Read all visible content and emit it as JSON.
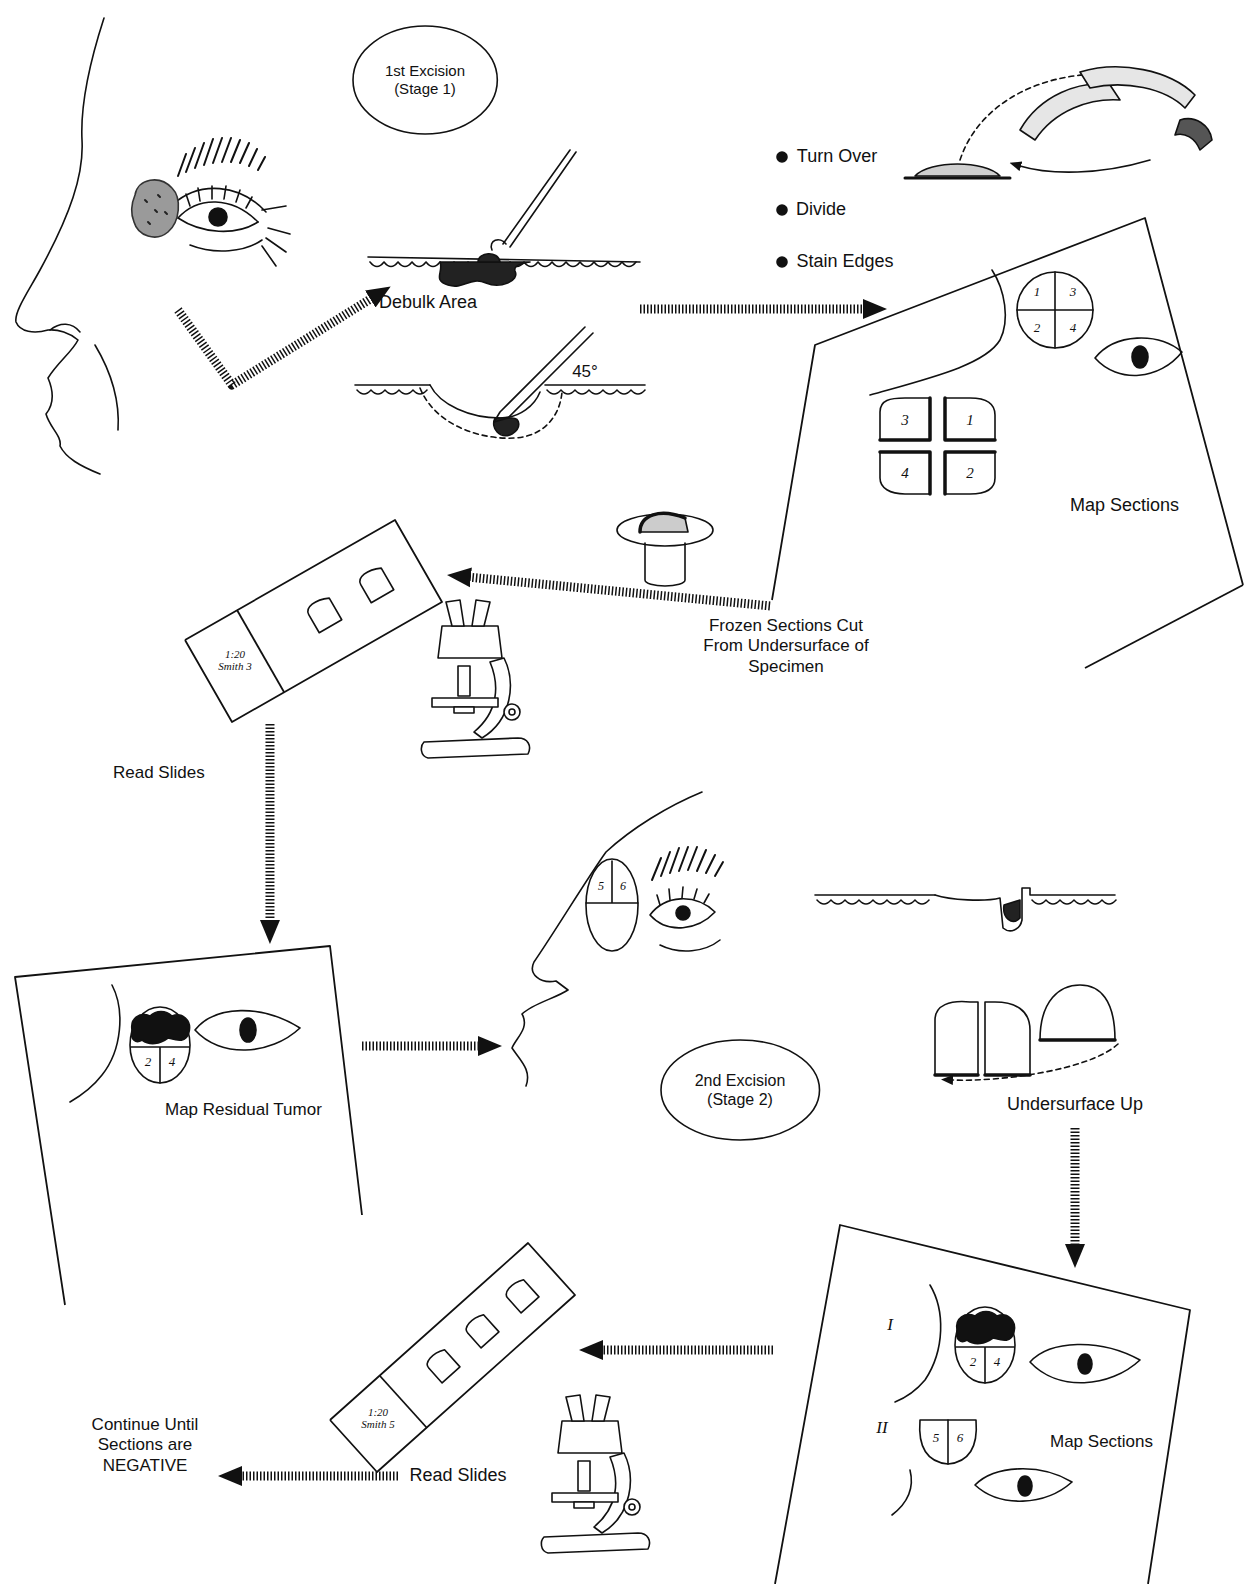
{
  "diagram": {
    "nodes": [
      {
        "text": [
          "1st Excision (Stage 1)"
        ]
      },
      {
        "text": [
          "Map Sections"
        ]
      },
      {
        "text": [
          "1:20 Smith 3"
        ]
      },
      {
        "text": [
          "Map Residual Tumor"
        ]
      },
      {
        "text": [
          "2nd Excision (Stage 2)"
        ]
      },
      {
        "text": [
          "Map Sections"
        ]
      },
      {
        "text": [
          "1:20 Smith 5"
        ]
      }
    ],
    "edges": [
      {
        "from": 1,
        "to": 2,
        "arrow": "to",
        "label": "Frozen Sections Cut From Undersurface of Specimen"
      },
      {
        "from": 2,
        "to": 3,
        "arrow": "to",
        "label": "Read Slides"
      },
      {
        "from": 5,
        "to": 6,
        "arrow": "to"
      }
    ],
    "labels": [
      "Debulk Area",
      "45°",
      "Turn Over",
      "Divide",
      "Stain Edges",
      "1",
      "3",
      "2",
      "4",
      "3",
      "1",
      "4",
      "2",
      "2",
      "4",
      "5",
      "6",
      "Undersurface Up",
      "I",
      "2",
      "4",
      "II",
      "5",
      "6",
      "Read Slides",
      "Continue Until Sections are NEGATIVE"
    ]
  }
}
